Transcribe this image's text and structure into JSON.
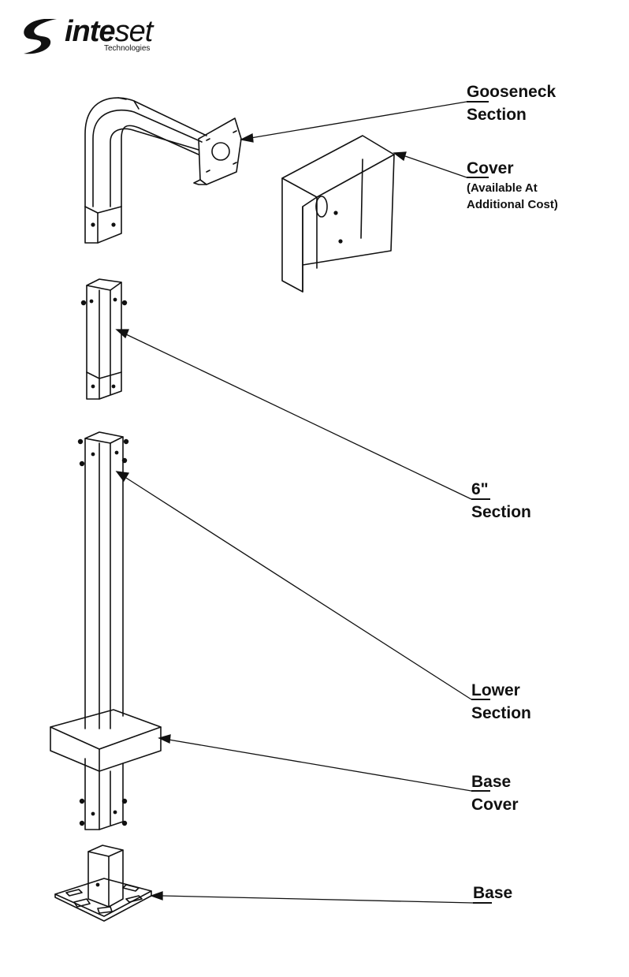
{
  "logo": {
    "brand_bold": "inte",
    "brand_thin": "set",
    "subtitle": "Technologies"
  },
  "labels": {
    "gooseneck": [
      "Gooseneck",
      "Section"
    ],
    "cover": {
      "title": "Cover",
      "note": [
        "(Available At",
        "Additional Cost)"
      ]
    },
    "six_inch": [
      "6\"",
      "Section"
    ],
    "lower": [
      "Lower",
      "Section"
    ],
    "base_cover": [
      "Base",
      "Cover"
    ],
    "base": [
      "Base"
    ]
  }
}
